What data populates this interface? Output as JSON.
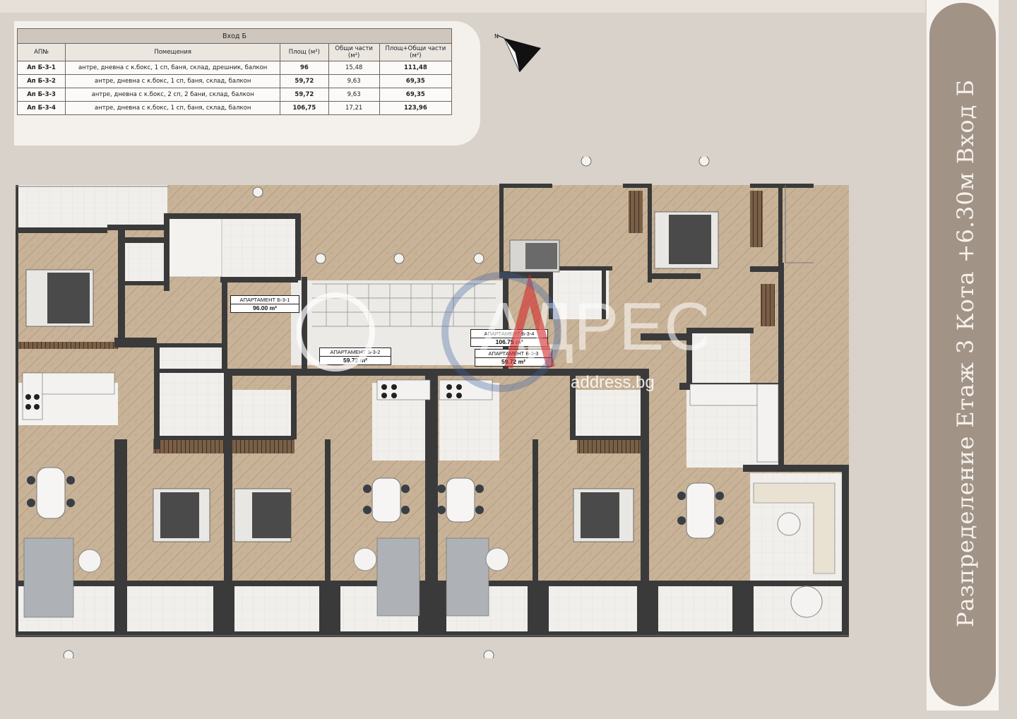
{
  "entrance_table": {
    "caption": "Вход Б",
    "headers": [
      "АП№",
      "Помещения",
      "Площ (м²)",
      "Общи части (м²)",
      "Площ+Общи части (м²)"
    ],
    "rows": [
      {
        "id": "Ап Б-3-1",
        "rooms": "антре, дневна с к.бокс, 1 сп, баня, склад, дрешник, балкон",
        "area": "96",
        "common": "15,48",
        "total": "111,48"
      },
      {
        "id": "Ап Б-3-2",
        "rooms": "антре, дневна с к.бокс, 1 сп, баня, склад, балкон",
        "area": "59,72",
        "common": "9,63",
        "total": "69,35"
      },
      {
        "id": "Ап Б-3-3",
        "rooms": "антре, дневна с к.бокс, 2 сп, 2 бани, склад, балкон",
        "area": "59,72",
        "common": "9,63",
        "total": "69,35"
      },
      {
        "id": "Ап Б-3-4",
        "rooms": "антре, дневна с к.бокс, 1 сп, баня, склад, балкон",
        "area": "106,75",
        "common": "17,21",
        "total": "123,96"
      }
    ]
  },
  "side_title": "Разпределение Етаж 3 Кота +6.30м Вход Б",
  "plan_labels": {
    "apt1": {
      "name": "АПАРТАМЕНТ Б-3-1",
      "area": "96.00 m²"
    },
    "apt2": {
      "name": "АПАРТАМЕНТ Б-3-2",
      "area": "59.72 m²"
    },
    "apt4": {
      "name": "АПАРТАМЕНТ Б-3-4",
      "area": "106.75 m²"
    },
    "apt3": {
      "name": "АПАРТАМЕНТ Б-3-3",
      "area": "59.72 m²"
    }
  },
  "watermark": {
    "brand": "АДРЕС",
    "site": "address.bg"
  },
  "colors": {
    "background": "#d9d2ca",
    "wall": "#3a3a3a",
    "floor_wood": "#c9b49b",
    "floor_tile": "#f1efec",
    "side_panel": "#a19386",
    "side_text": "#f5f1ec"
  }
}
